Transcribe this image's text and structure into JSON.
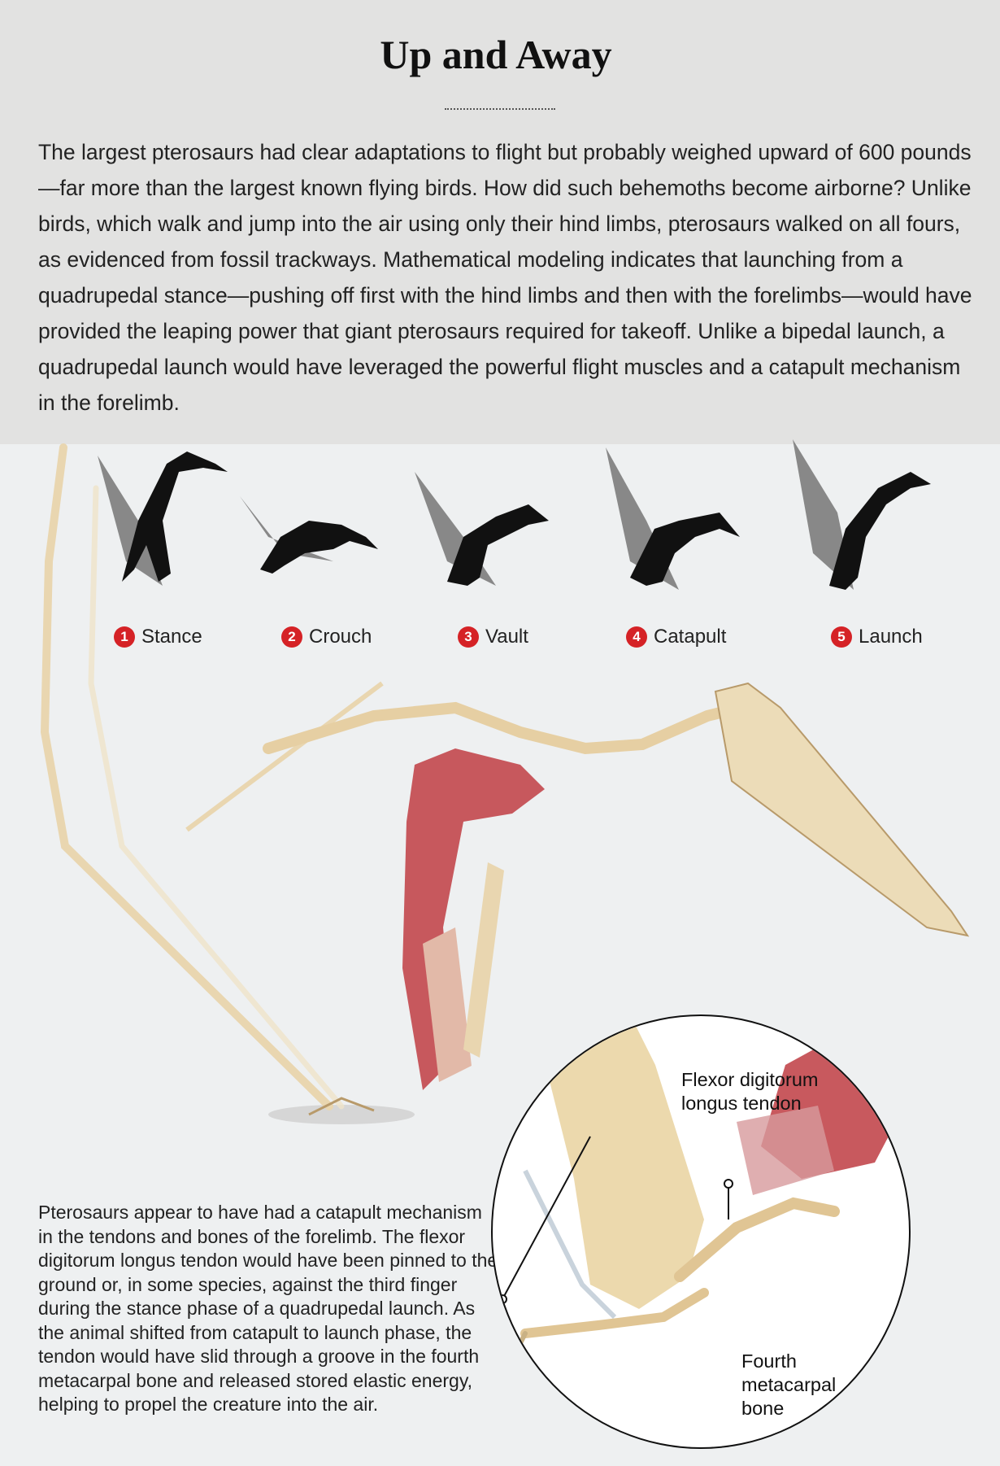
{
  "title": "Up and Away",
  "intro": "The largest pterosaurs had clear adaptations to flight but probably weighed upward of 600 pounds—far more than the largest known flying birds. How did such behemoths become airborne? Unlike birds, which walk and jump into the air using only their hind limbs, pterosaurs walked on all fours, as evidenced from fossil trackways. Mathematical modeling indicates that launching from a quadrupedal stance—pushing off first with the hind limbs and then with the forelimbs—would have provided the leaping power that giant pterosaurs required for takeoff. Unlike a bipedal launch, a quadrupedal launch would have leveraged the powerful flight muscles and a catapult mechanism in the forelimb.",
  "stages": [
    {
      "number": "1",
      "label": "Stance"
    },
    {
      "number": "2",
      "label": "Crouch"
    },
    {
      "number": "3",
      "label": "Vault"
    },
    {
      "number": "4",
      "label": "Catapult"
    },
    {
      "number": "5",
      "label": "Launch"
    }
  ],
  "caption": "Pterosaurs appear to have had a catapult mechanism in the tendons and bones of the forelimb. The flexor digitorum longus tendon would have been pinned to the ground or, in some species, against the third finger during the stance phase of a quadrupedal launch. As the animal shifted from catapult to launch phase, the tendon would have slid through a groove in the fourth metacarpal bone and released stored elastic energy, helping to propel the creature into the air.",
  "inset": {
    "tendon_label_line1": "Flexor digitorum",
    "tendon_label_line2": "longus tendon",
    "bone_label_line1": "Fourth",
    "bone_label_line2": "metacarpal",
    "bone_label_line3": "bone"
  },
  "colors": {
    "accent_red": "#d52226",
    "bone": "#e9d6b0",
    "muscle": "#c2474c",
    "header_bg": "#e2e2e1",
    "panel_bg": "#eef0f1"
  }
}
